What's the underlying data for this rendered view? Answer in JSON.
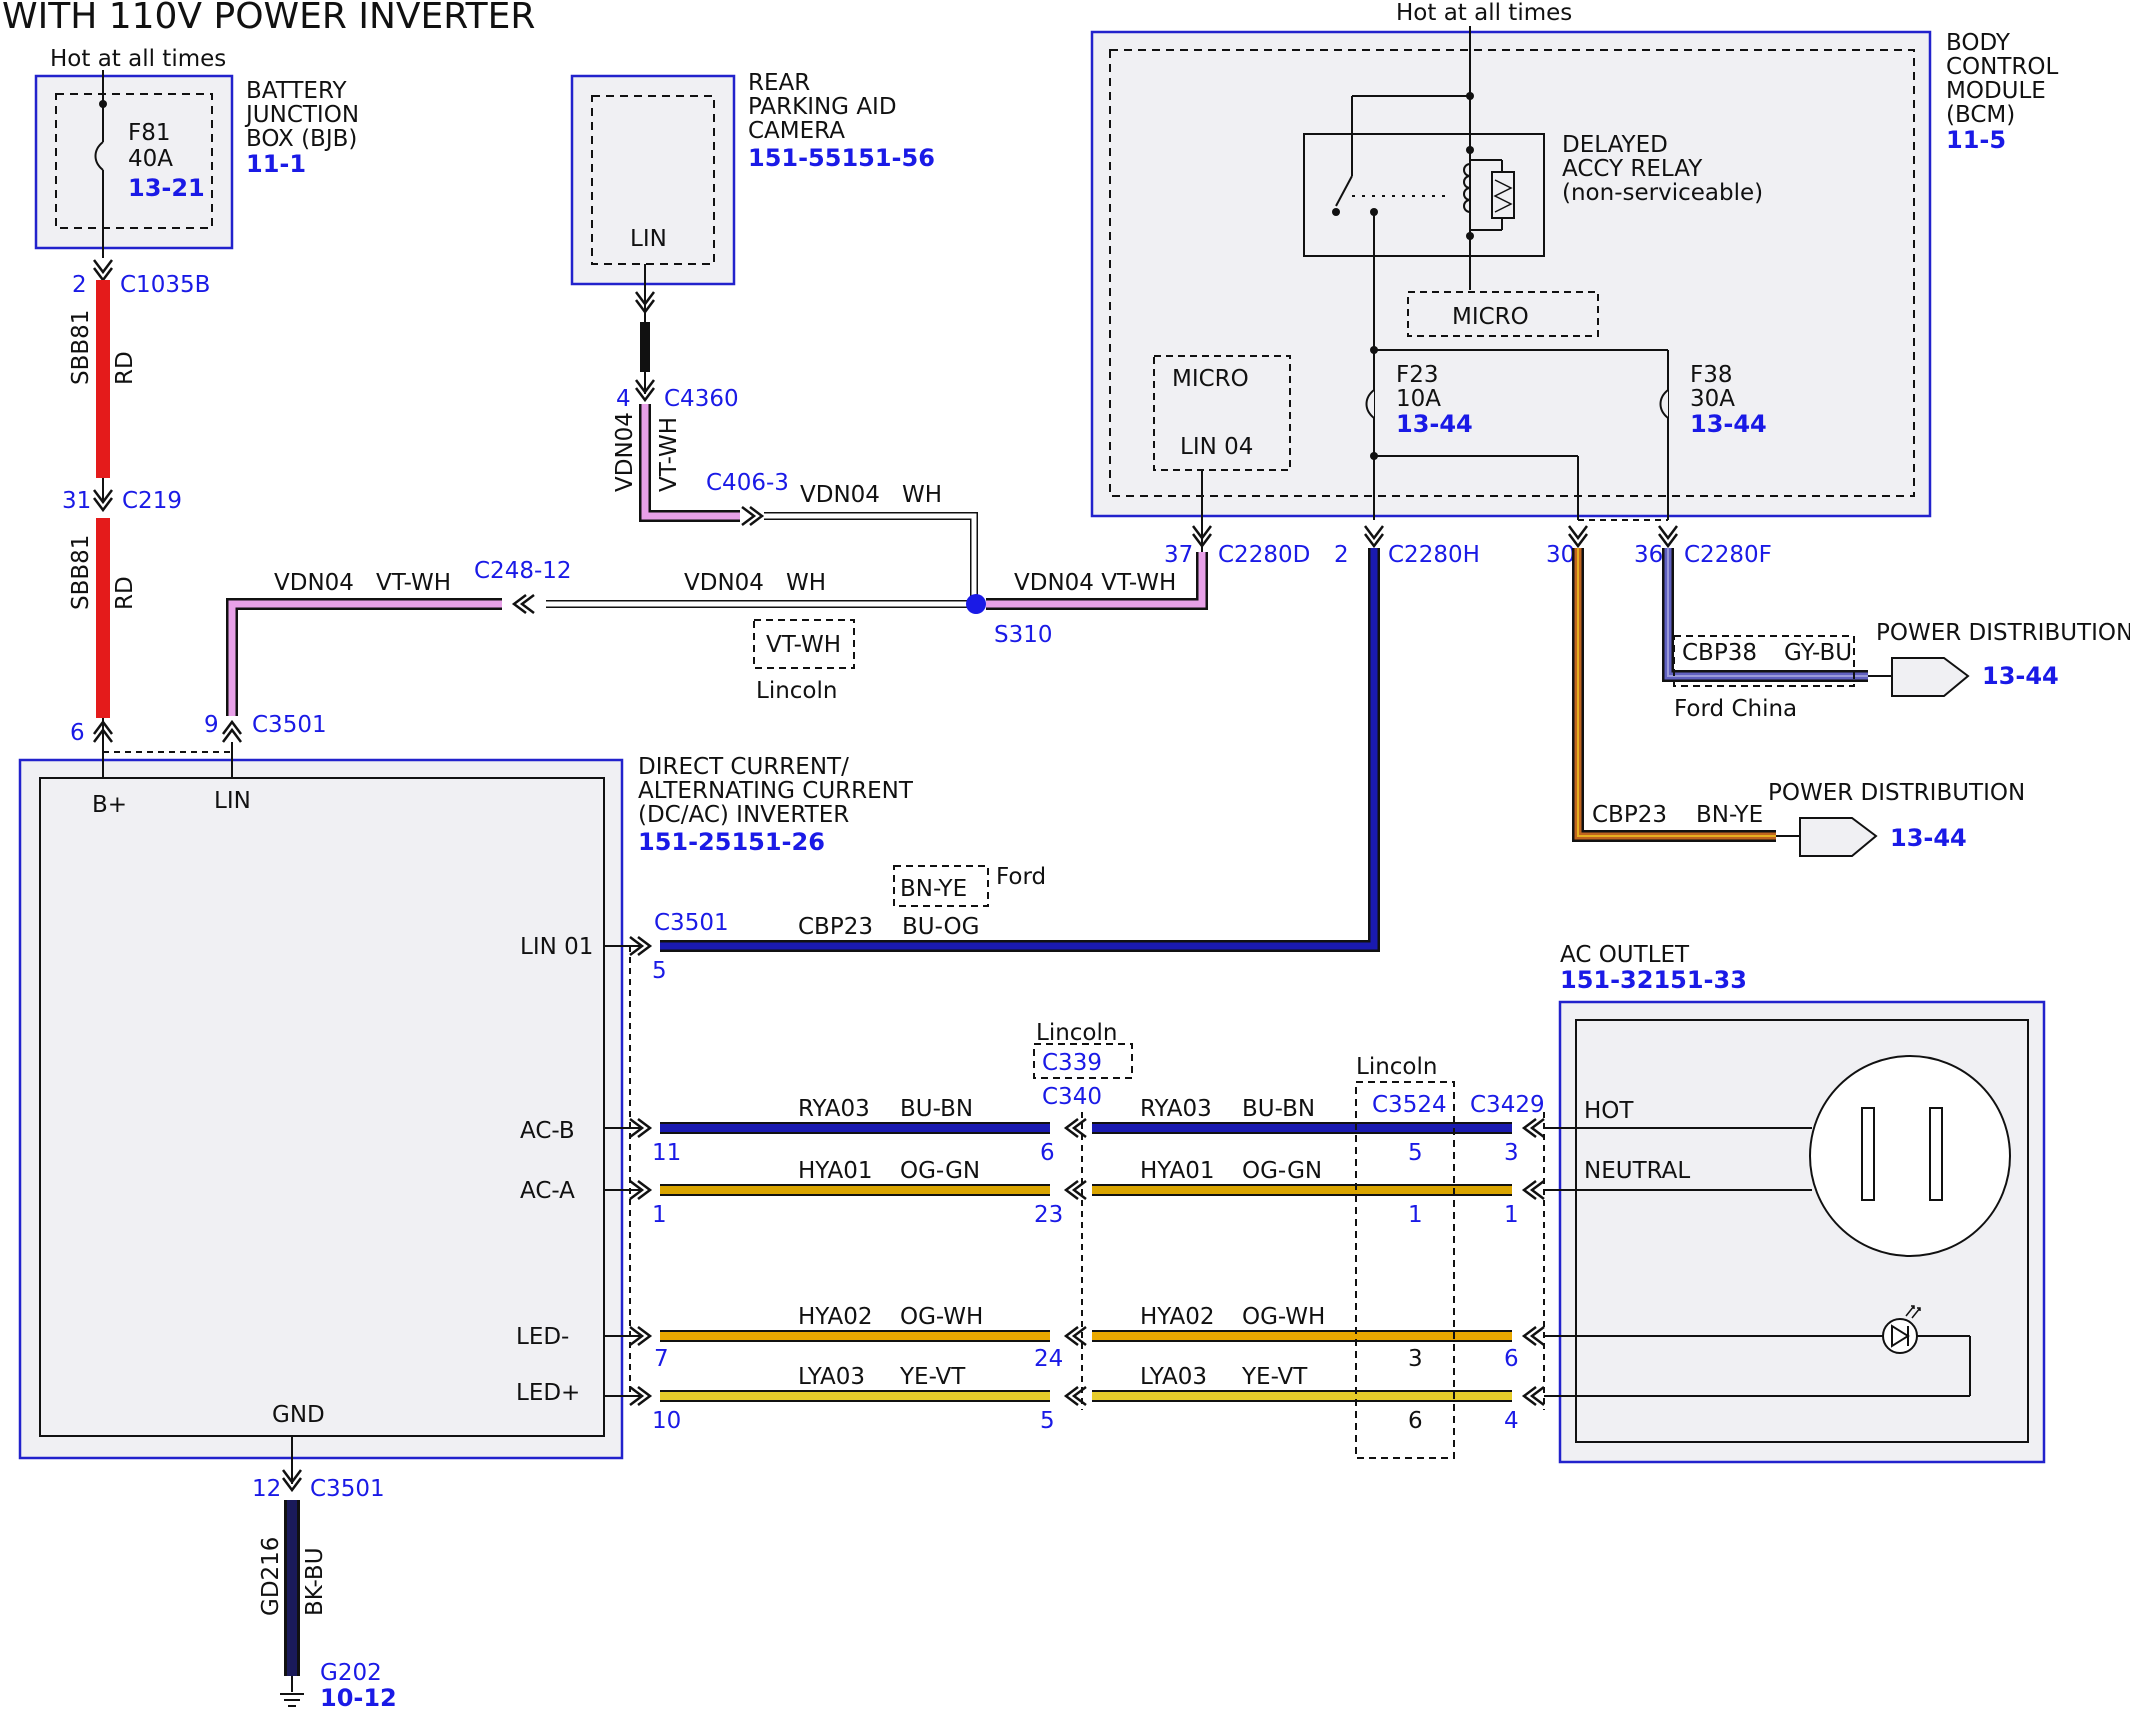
{
  "title": "WITH 110V POWER INVERTER",
  "colors": {
    "RD": "#e41b1b",
    "BK": "#111111",
    "VT-WH": "#e8a0e8",
    "WH": "#ffffff",
    "BU-OG": "#1a1ab0",
    "BN-YE": "#c0641e",
    "GY-BU": "#6060c0",
    "BU-BN": "#1a1ab0",
    "OG-GN": "#d9a400",
    "OG-WH": "#e9a800",
    "YE-VT": "#e6cc2a",
    "BK-BU": "#1a1a5a",
    "connector": "#1a1ae6",
    "module_fill": "#f0f0f3",
    "module_border": "#2222cc"
  },
  "bjb": {
    "hot": "Hot at all times",
    "name": [
      "BATTERY",
      "JUNCTION",
      "BOX (BJB)"
    ],
    "ref": "11-1",
    "fuse": "F81",
    "fuse_rating": "40A",
    "fuse_ref": "13-21",
    "pin_out": "2",
    "conn_out": "C1035B"
  },
  "sbb81": {
    "circuit": "SBB81",
    "color": "RD",
    "c219_pin": "31",
    "c219": "C219"
  },
  "camera": {
    "name": [
      "REAR",
      "PARKING AID",
      "CAMERA"
    ],
    "ref": "151-55151-56",
    "pin_label": "LIN",
    "pin": "4",
    "conn": "C4360",
    "circuit": "VDN04",
    "color": "VT-WH"
  },
  "c406": {
    "conn": "C406-3",
    "circuit": "VDN04",
    "color": "WH"
  },
  "splice": {
    "name": "S310",
    "option_color": "VT-WH",
    "option": "Lincoln",
    "left_circuit": "VDN04",
    "left_color": "WH",
    "right_label": "VDN04 VT-WH"
  },
  "c248": {
    "conn": "C248-12",
    "circuit": "VDN04",
    "color": "VT-WH"
  },
  "bcm": {
    "hot": "Hot at all times",
    "name": [
      "BODY",
      "CONTROL",
      "MODULE",
      "(BCM)"
    ],
    "ref": "11-5",
    "relay": [
      "DELAYED",
      "ACCY RELAY",
      "(non-serviceable)"
    ],
    "micro1": "MICRO",
    "micro2": "MICRO",
    "lin04": "LIN 04",
    "f23": "F23",
    "f23_rating": "10A",
    "f23_ref": "13-44",
    "f38": "F38",
    "f38_rating": "30A",
    "f38_ref": "13-44",
    "pin37": "37",
    "conn37": "C2280D",
    "pin2": "2",
    "conn2": "C2280H",
    "pin30": "30",
    "pin36": "36",
    "conn36": "C2280F"
  },
  "power_dist_1": {
    "label": "POWER DISTRIBUTION",
    "ref": "13-44",
    "circuit": "CBP38",
    "color": "GY-BU",
    "option": "Ford China"
  },
  "power_dist_2": {
    "label": "POWER DISTRIBUTION",
    "ref": "13-44",
    "circuit": "CBP23",
    "color": "BN-YE"
  },
  "inverter": {
    "name": [
      "DIRECT CURRENT/",
      "ALTERNATING CURRENT",
      "(DC/AC) INVERTER"
    ],
    "ref": "151-25151-26",
    "bplus": "B+",
    "lin": "LIN",
    "pin6": "6",
    "pin9": "9",
    "conn_top": "C3501",
    "lin01": "LIN 01",
    "acb": "AC-B",
    "aca": "AC-A",
    "ledm": "LED-",
    "ledp": "LED+",
    "gnd": "GND"
  },
  "lin01_wire": {
    "conn": "C3501",
    "pin": "5",
    "circuit": "CBP23",
    "color": "BU-OG",
    "option_color": "BN-YE",
    "option": "Ford"
  },
  "inline": {
    "lincoln1": "Lincoln",
    "c339": "C339",
    "c340": "C340",
    "lincoln2": "Lincoln",
    "c3524": "C3524",
    "c3429": "C3429"
  },
  "ac_wires": [
    {
      "circuit": "RYA03",
      "color": "BU-BN",
      "inv_pin": "11",
      "c340_pin": "6",
      "c3524_pin": "5",
      "out_pin": "3",
      "func": "HOT"
    },
    {
      "circuit": "HYA01",
      "color": "OG-GN",
      "inv_pin": "1",
      "c340_pin": "23",
      "c3524_pin": "1",
      "out_pin": "1",
      "func": "NEUTRAL"
    },
    {
      "circuit": "HYA02",
      "color": "OG-WH",
      "inv_pin": "7",
      "c340_pin": "24",
      "c3524_pin": "3",
      "out_pin": "6",
      "func": ""
    },
    {
      "circuit": "LYA03",
      "color": "YE-VT",
      "inv_pin": "10",
      "c340_pin": "5",
      "c3524_pin": "6",
      "out_pin": "4",
      "func": ""
    }
  ],
  "ac_outlet": {
    "name": "AC OUTLET",
    "ref": "151-32151-33"
  },
  "ground": {
    "pin": "12",
    "conn": "C3501",
    "circuit": "GD216",
    "color": "BK-BU",
    "name": "G202",
    "ref": "10-12"
  }
}
